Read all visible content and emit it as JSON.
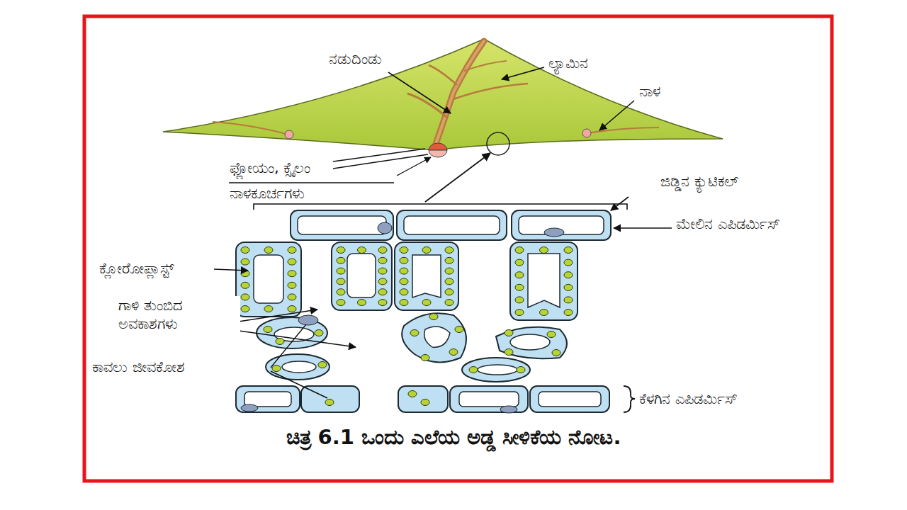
{
  "diagram": {
    "caption": "ಚಿತ್ರ 6.1 ಒಂದು ಎಲೆಯ ಅಡ್ಡ ಸೀಳಿಕೆಯ ನೋಟ.",
    "labels": [
      "ನಡುದಿಂಡು",
      "ಲ್ಯಾಮಿನ",
      "ನಾಳ",
      "ಫ್ಲೋಯಂ, ಕ್ಸೈಲಂ",
      "ನಾಳಕೂರ್ಚಗಳು",
      "ಜಿಡ್ಡಿನ ಕ್ಯುಟಿಕಲ್",
      "ಮೇಲಿನ ಎಪಿಡರ್ಮಿಸ್",
      "ಕ್ಲೋರೋಪ್ಲಾಸ್ಟ್",
      "ಗಾಳಿ ತುಂಬಿದ ಅವಕಾಶಗಳು",
      "ಕಾವಲು ಜೀವಕೋಶ",
      "ಕೆಳಗಿನ ಎಪಿಡರ್ಮಿಸ್"
    ]
  }
}
